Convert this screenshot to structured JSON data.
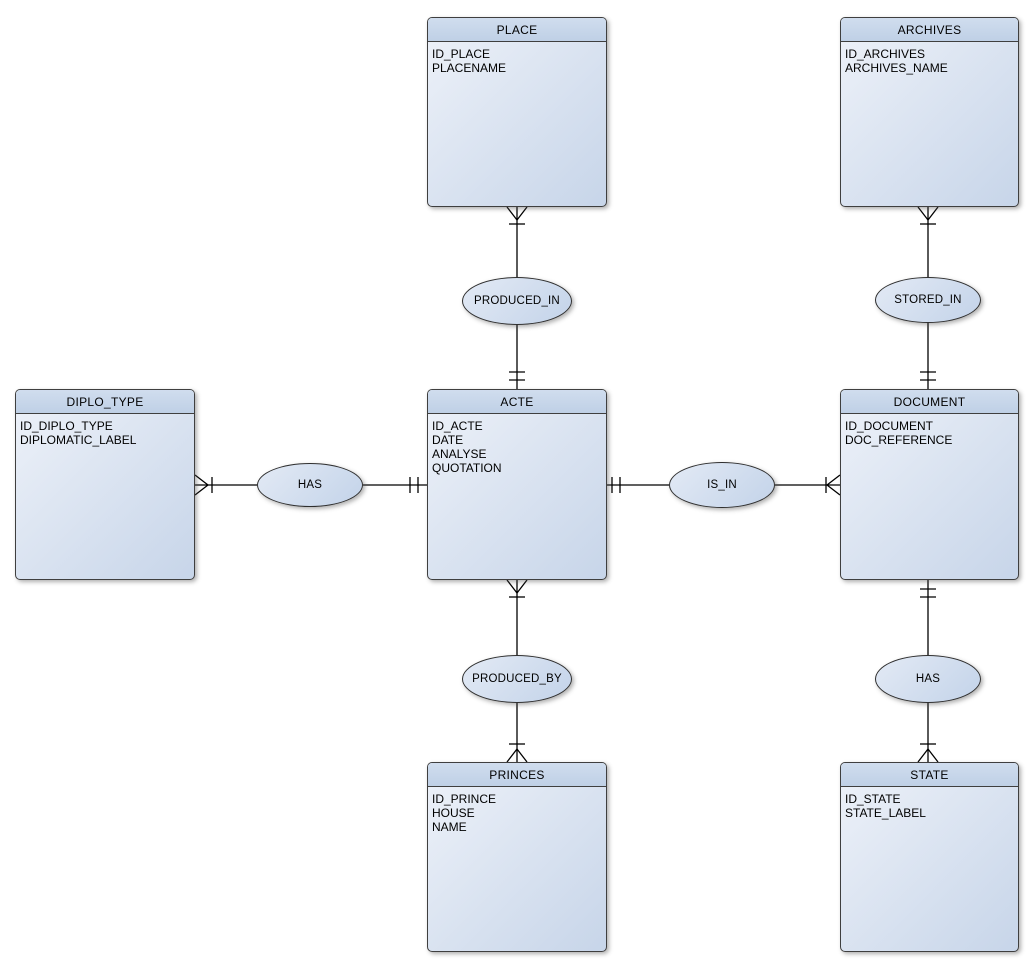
{
  "colors": {
    "canvas-bg": "#ffffff",
    "entity-border": "#3f3f3f",
    "entity-header-light": "#d0ddee",
    "entity-header-dark": "#bfd0e6",
    "entity-body-light": "#eef2f9",
    "entity-body-dark": "#c7d5e9",
    "ellipse-light": "#e3eaf5",
    "ellipse-dark": "#c3d3e9",
    "line-color": "#000000",
    "text-color": "#000000"
  },
  "entities": {
    "place": {
      "title": "PLACE",
      "attributes": [
        "ID_PLACE",
        "PLACENAME"
      ]
    },
    "archives": {
      "title": "ARCHIVES",
      "attributes": [
        "ID_ARCHIVES",
        "ARCHIVES_NAME"
      ]
    },
    "diplo_type": {
      "title": "DIPLO_TYPE",
      "attributes": [
        "ID_DIPLO_TYPE",
        "DIPLOMATIC_LABEL"
      ]
    },
    "acte": {
      "title": "ACTE",
      "attributes": [
        "ID_ACTE",
        "DATE",
        "ANALYSE",
        "QUOTATION"
      ]
    },
    "document": {
      "title": "DOCUMENT",
      "attributes": [
        "ID_DOCUMENT",
        "DOC_REFERENCE"
      ]
    },
    "princes": {
      "title": "PRINCES",
      "attributes": [
        "ID_PRINCE",
        "HOUSE",
        "NAME"
      ]
    },
    "state": {
      "title": "STATE",
      "attributes": [
        "ID_STATE",
        "STATE_LABEL"
      ]
    }
  },
  "relationships": {
    "produced_in": {
      "label": "PRODUCED_IN",
      "from": "PLACE",
      "to": "ACTE",
      "from_marker": "crow-foot with tick",
      "to_marker": "double tick"
    },
    "stored_in": {
      "label": "STORED_IN",
      "from": "ARCHIVES",
      "to": "DOCUMENT",
      "from_marker": "crow-foot with tick",
      "to_marker": "double tick"
    },
    "has_diplo": {
      "label": "HAS",
      "from": "DIPLO_TYPE",
      "to": "ACTE",
      "from_marker": "crow-foot with tick",
      "to_marker": "double tick"
    },
    "is_in": {
      "label": "IS_IN",
      "from": "ACTE",
      "to": "DOCUMENT",
      "from_marker": "double tick",
      "to_marker": "crow-foot with tick"
    },
    "produced_by": {
      "label": "PRODUCED_BY",
      "from": "ACTE",
      "to": "PRINCES",
      "from_marker": "crow-foot with tick",
      "to_marker": "crow-foot with tick"
    },
    "has_state": {
      "label": "HAS",
      "from": "DOCUMENT",
      "to": "STATE",
      "from_marker": "double tick",
      "to_marker": "crow-foot with tick"
    }
  }
}
